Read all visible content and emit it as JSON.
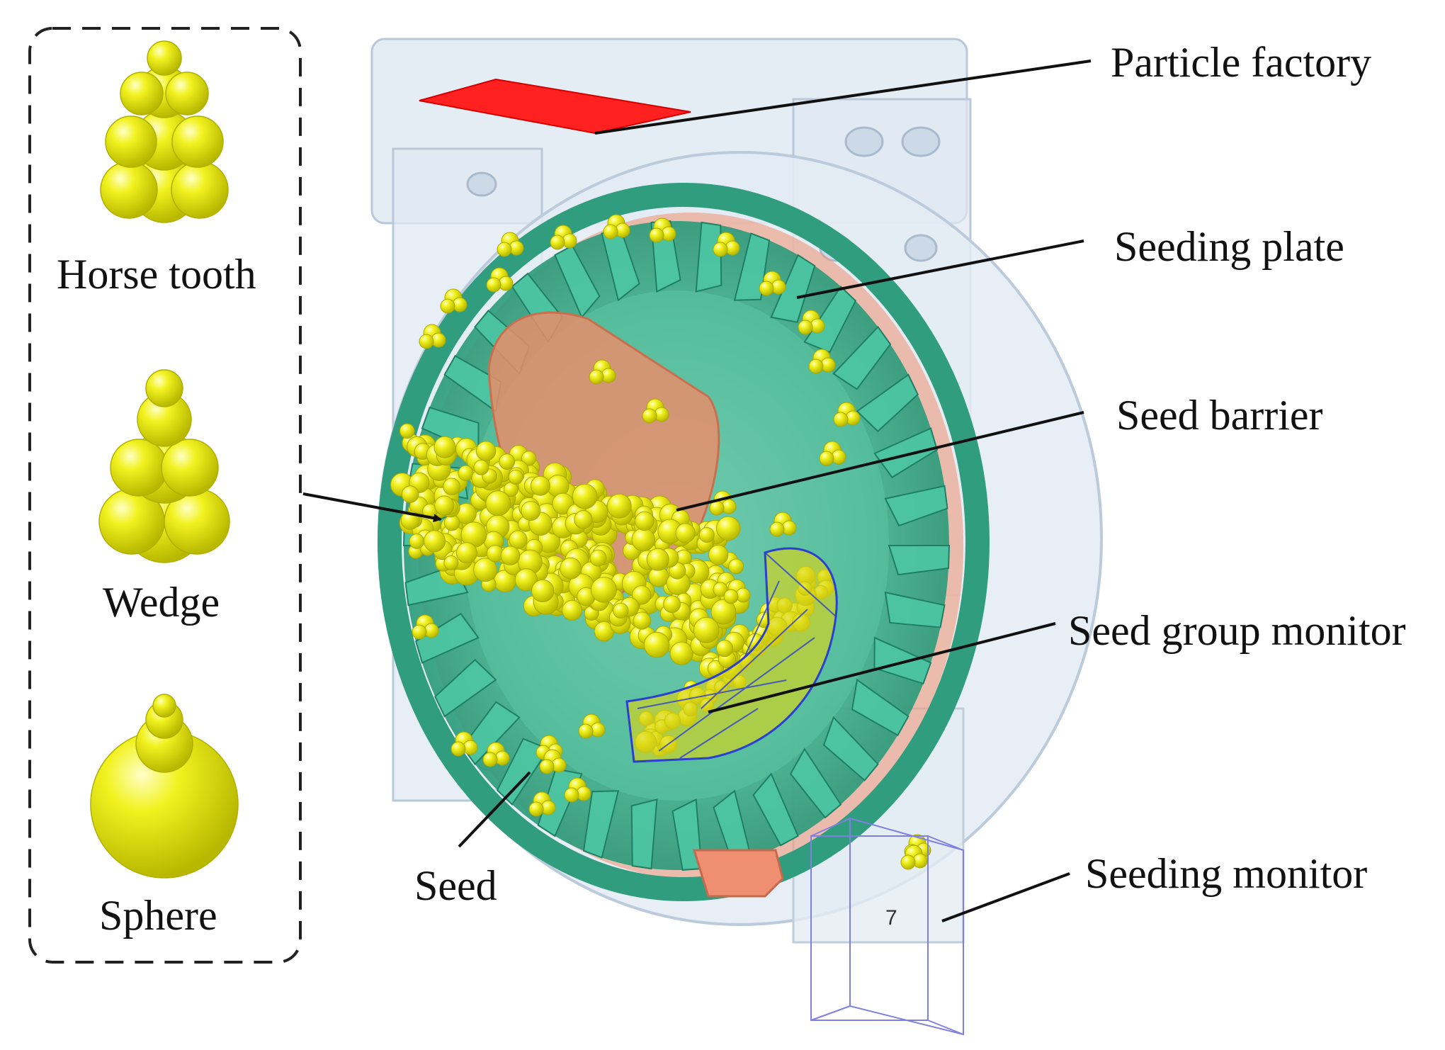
{
  "labels": {
    "particle_factory": "Particle factory",
    "seeding_plate": "Seeding plate",
    "seed_barrier": "Seed barrier",
    "seed_group_monitor": "Seed group monitor",
    "seeding_monitor": "Seeding monitor",
    "seed": "Seed"
  },
  "seed_types": [
    {
      "name": "Horse tooth",
      "shape": "horse-tooth"
    },
    {
      "name": "Wedge",
      "shape": "wedge"
    },
    {
      "name": "Sphere",
      "shape": "sphere"
    }
  ],
  "monitor_count": "7",
  "colors": {
    "housing": "#dbe6f0",
    "housing_edge": "#b9c8d8",
    "plate": "#3cb493",
    "seed": "#e8e814",
    "particle_factory": "#ff2020",
    "barrier": "#e9987a",
    "monitor_mesh": "#2b3fd0",
    "monitor_box": "#8080e0"
  }
}
